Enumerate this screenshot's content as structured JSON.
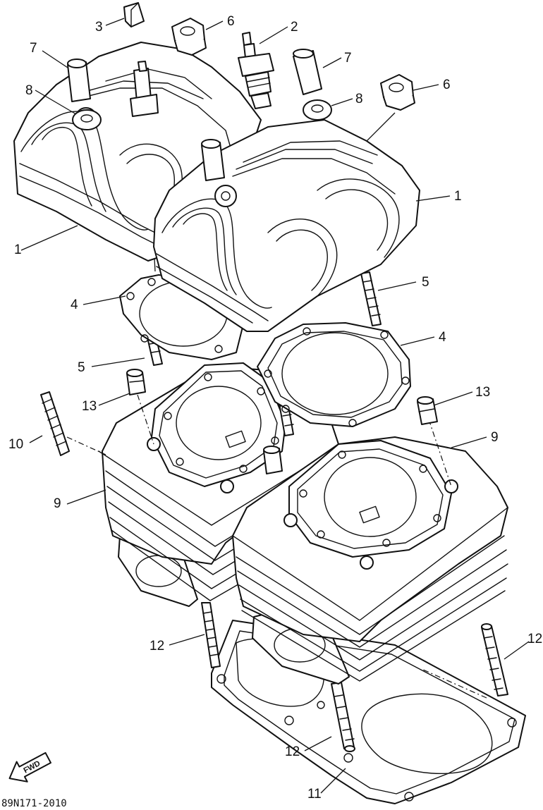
{
  "diagram": {
    "drawing_code": "89N171-2010",
    "direction_label": "FWD",
    "callouts": [
      {
        "id": "c3",
        "text": "3"
      },
      {
        "id": "c6a",
        "text": "6"
      },
      {
        "id": "c2",
        "text": "2"
      },
      {
        "id": "c7a",
        "text": "7"
      },
      {
        "id": "c7b",
        "text": "7"
      },
      {
        "id": "c8a",
        "text": "8"
      },
      {
        "id": "c8b",
        "text": "8"
      },
      {
        "id": "c6b",
        "text": "6"
      },
      {
        "id": "c1a",
        "text": "1"
      },
      {
        "id": "c1b",
        "text": "1"
      },
      {
        "id": "c4a",
        "text": "4"
      },
      {
        "id": "c5a",
        "text": "5"
      },
      {
        "id": "c4b",
        "text": "4"
      },
      {
        "id": "c5b",
        "text": "5"
      },
      {
        "id": "c13a",
        "text": "13"
      },
      {
        "id": "c13b",
        "text": "13"
      },
      {
        "id": "c10",
        "text": "10"
      },
      {
        "id": "c9a",
        "text": "9"
      },
      {
        "id": "c9b",
        "text": "9"
      },
      {
        "id": "c12a",
        "text": "12"
      },
      {
        "id": "c12b",
        "text": "12"
      },
      {
        "id": "c12c",
        "text": "12"
      },
      {
        "id": "c11",
        "text": "11"
      }
    ]
  }
}
